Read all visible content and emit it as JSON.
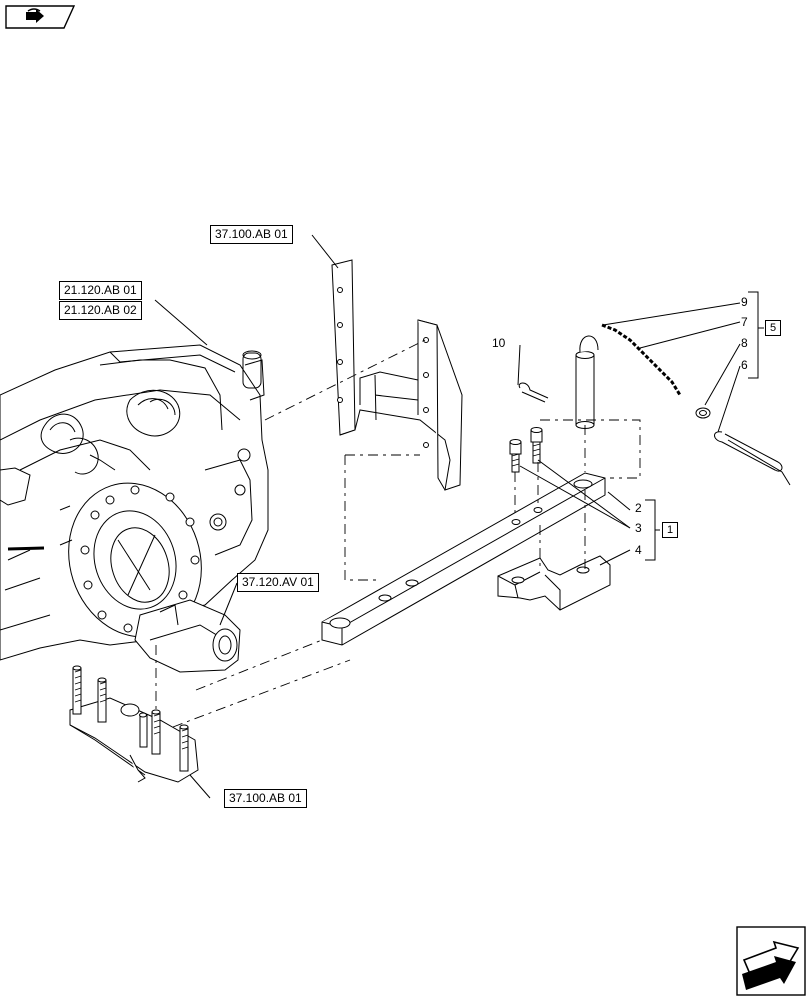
{
  "references": {
    "ref_top": "37.100.AB 01",
    "ref_transmission_1": "21.120.AB 01",
    "ref_transmission_2": "21.120.AB 02",
    "ref_hitch": "37.120.AV 01",
    "ref_bottom": "37.100.AB 01"
  },
  "callouts": {
    "n1": "1",
    "n2": "2",
    "n3": "3",
    "n4": "4",
    "n5": "5",
    "n6": "6",
    "n7": "7",
    "n8": "8",
    "n9": "9",
    "n10": "10"
  },
  "icons": {
    "top_left": "book-arrow-icon",
    "bottom_right": "next-page-arrow-icon"
  }
}
